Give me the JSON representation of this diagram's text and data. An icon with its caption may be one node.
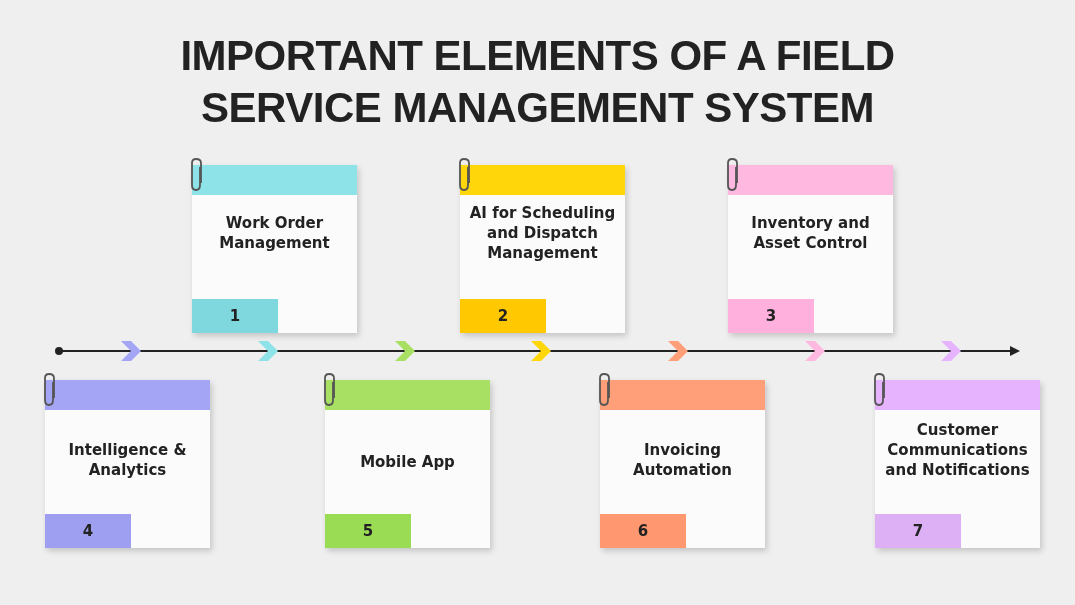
{
  "diagram": {
    "title": "IMPORTANT ELEMENTS OF A FIELD SERVICE MANAGEMENT SYSTEM",
    "nodes": [
      {
        "text": [
          "Work Order Management",
          "1"
        ]
      },
      {
        "text": [
          "AI for Scheduling and Dispatch Management",
          "2"
        ]
      },
      {
        "text": [
          "Inventory and Asset Control",
          "3"
        ]
      },
      {
        "text": [
          "Intelligence & Analytics",
          "4"
        ]
      },
      {
        "text": [
          "Mobile App",
          "5"
        ]
      },
      {
        "text": [
          "Invoicing Automation",
          "6"
        ]
      },
      {
        "text": [
          "Customer Communications and Notifications",
          "7"
        ]
      }
    ]
  }
}
